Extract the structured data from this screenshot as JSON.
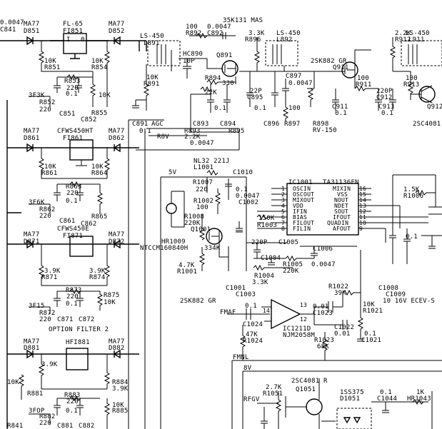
{
  "labels": [
    "0.0047",
    "C841",
    "MA77",
    "D851",
    "FL-65",
    "FI851",
    "MA77",
    "D852",
    "I",
    "0",
    "10K",
    "R851",
    "R853",
    "220",
    "R854",
    "10K",
    "0.1",
    "3F3K",
    "R852",
    "220",
    "C851",
    "10K",
    "R855",
    "C852",
    "MA77",
    "D861",
    "CFWS450HT",
    "FI861",
    "MA77",
    "D862",
    "10K",
    "R861",
    "R863",
    "220",
    "10K",
    "R864",
    "3F6K",
    "R862",
    "220",
    "0.1",
    "C861",
    "R865",
    "C862",
    "MA77",
    "D871",
    "CFWS450E",
    "FI871",
    "MA77",
    "D872",
    "3.9K",
    "R871",
    "R873",
    "220",
    "3.9K",
    "R874",
    "0.1",
    "R875",
    "10K",
    "3F15",
    "R872",
    "220",
    "C871",
    "C872",
    "OPTION FILTER 2",
    "MA77",
    "D881",
    "HFI881",
    "MA77",
    "D882",
    "3.9K",
    "R884",
    "3.9K",
    "10K",
    "R881",
    "R883",
    "220",
    "R885",
    "10K",
    "3FOP",
    "R882",
    "220",
    "0.1",
    "C881",
    "C882",
    "R841",
    "LS-450",
    "L891",
    "HC890",
    "10P",
    "10K",
    "R891",
    "100",
    "R892",
    "35K131 MAS",
    "0.0047",
    "C892",
    "Q891",
    "R894",
    "330",
    "22K",
    "0.1",
    "C891",
    "AGC",
    "C893",
    "C894",
    "R893",
    "2.2K",
    "R895",
    "R8V",
    "0.1",
    "0.0047",
    "3.3K",
    "R896",
    "LS-450",
    "L892",
    "22P",
    "C895",
    "C897",
    "0.0047",
    "0.1",
    "100",
    "C896",
    "R897",
    "R898",
    "RV-150",
    "2SK882 GR",
    "Q911",
    "100",
    "R911",
    "C911",
    "0.1",
    "2.2K",
    "R912",
    "LS-450",
    "L911",
    "100",
    "R913",
    "220P",
    "C912",
    "C913",
    "0.1",
    "Q912",
    "2SC4081",
    "NL32 221J",
    "L1001",
    "C1010",
    "5V",
    "R1007",
    "220",
    "0.1",
    "0.0047",
    "C1002",
    "R1002",
    "100",
    "R1008",
    "220K",
    "Q1001",
    "HR1009",
    "NTCCM160840H",
    "334K",
    "IC1001",
    "TA31136FN",
    "OSCIN",
    "OSCOUT",
    "MIXOUT",
    "VDD",
    "IFIN",
    "BIAS",
    "FILOUT",
    "FILIN",
    "MIXIN",
    "VSS",
    "NOUT",
    "NDET",
    "SOUT",
    "IFOUT",
    "QUADIN",
    "AFOUT",
    "150K",
    "R1003",
    "220P",
    "C1005",
    "C1006",
    "C1004",
    "R1005",
    "220K",
    "0.0047",
    "R1004",
    "3.3K",
    "4.7K",
    "R1001",
    "C1001",
    "C1003",
    "1.5K",
    "R1006",
    "C1008",
    "C1009",
    "10 16V ECEV-S",
    "0.1",
    "2SK882 GR",
    "FMAF",
    "0.1",
    "C1024",
    "IC1211D",
    "NJM2058M",
    "47K",
    "R1024",
    "0.01",
    "C1023",
    "R1022",
    "39K",
    "10K",
    "R1021",
    "C1022",
    "0.01",
    "0.1",
    "C1021",
    "R1023",
    "68K",
    "FMNL",
    "8V",
    "2.7K",
    "R1051",
    "2SC4081 R",
    "Q1051",
    "RFGV",
    "1SS375",
    "D1051",
    "0.1",
    "C1044",
    "1K",
    "HR1043"
  ],
  "pins_left": [
    "1",
    "2",
    "3",
    "4",
    "5",
    "6",
    "7",
    "8"
  ],
  "pins_right": [
    "16",
    "15",
    "14",
    "13",
    "12",
    "11",
    "10",
    "9"
  ],
  "opamp_pins": [
    "14",
    "13",
    "12"
  ]
}
